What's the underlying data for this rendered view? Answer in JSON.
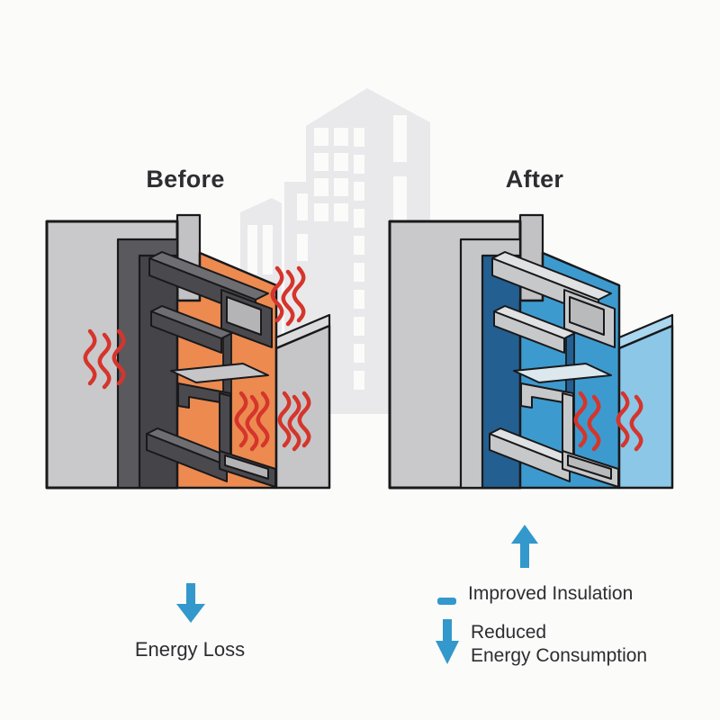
{
  "panels": {
    "before": {
      "title": "Before",
      "caption": "Energy Loss",
      "insulation_color": "#ec8a50",
      "heat_wave_groups": [
        {
          "position": "left-wall",
          "count": 3
        },
        {
          "position": "above-right-wall",
          "count": 3
        },
        {
          "position": "on-insulation",
          "count": 3
        },
        {
          "position": "on-right-wall",
          "count": 3
        }
      ]
    },
    "after": {
      "title": "After",
      "insulation_color": "#3d9ace",
      "heat_wave_groups": [
        {
          "position": "on-insulation",
          "count": 2
        },
        {
          "position": "on-right-wall",
          "count": 2
        }
      ]
    }
  },
  "legend": [
    {
      "icon": "insulation-dash-icon",
      "label": "Improved Insulation"
    },
    {
      "icon": "down-arrow-icon",
      "label_line1": "Reduced",
      "label_line2": "Energy Consumption"
    }
  ],
  "icons": {
    "before_arrow": "down-arrow-icon",
    "after_arrow": "up-arrow-icon",
    "heat": "heat-wave-icon",
    "watermark": "building-silhouette"
  },
  "heat_waves": {
    "before": [
      [
        100,
        368
      ],
      [
        116,
        372
      ],
      [
        132,
        368
      ],
      [
        308,
        298
      ],
      [
        320,
        302
      ],
      [
        332,
        298
      ],
      [
        268,
        437
      ],
      [
        280,
        441
      ],
      [
        292,
        437
      ],
      [
        316,
        437
      ],
      [
        327,
        441
      ],
      [
        338,
        437
      ]
    ],
    "after": [
      [
        645,
        437
      ],
      [
        660,
        441
      ],
      [
        692,
        437
      ],
      [
        707,
        441
      ]
    ]
  },
  "colors": {
    "background": "#fbfbfa",
    "text": "#2e2d31",
    "outline": "#19191b",
    "accent_blue": "#3398cb",
    "heat_red": "#d5352c",
    "wall_grey": "#c9c9cb",
    "watermark_grey": "#e9e9eb",
    "insulation_before": "#ec8a50",
    "insulation_after": "#3d9ace",
    "after_wall_blue": "#8cc7e8"
  }
}
